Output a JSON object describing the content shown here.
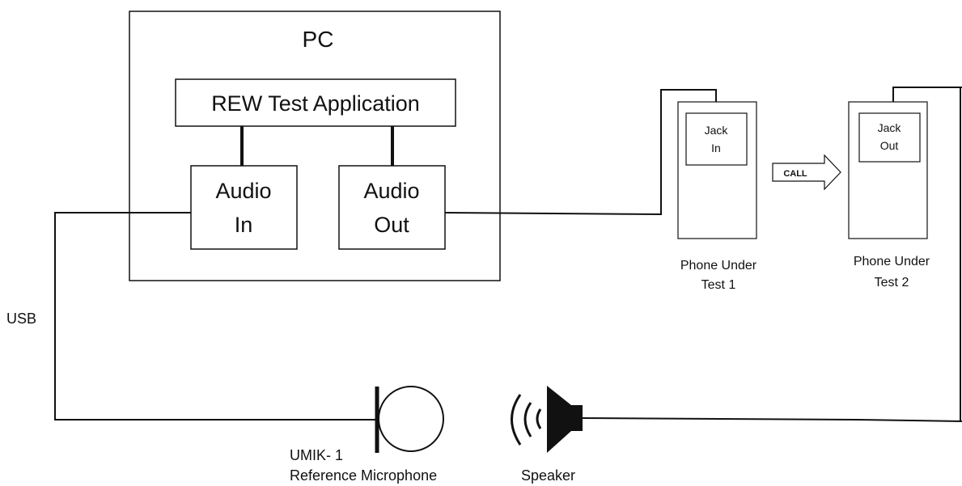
{
  "pc": {
    "title": "PC",
    "app_label": "REW Test Application",
    "audio_in": [
      "Audio",
      "In"
    ],
    "audio_out": [
      "Audio",
      "Out"
    ]
  },
  "phones": [
    {
      "jack": [
        "Jack",
        "In"
      ],
      "label": [
        "Phone Under",
        "Test 1"
      ]
    },
    {
      "jack": [
        "Jack",
        "Out"
      ],
      "label": [
        "Phone Under",
        "Test 2"
      ]
    }
  ],
  "call_label": "CALL",
  "usb_label": "USB",
  "microphone": {
    "label": [
      "UMIK- 1",
      "Reference Microphone"
    ],
    "icon": "microphone-icon"
  },
  "speaker": {
    "label": "Speaker",
    "icon": "speaker-icon"
  },
  "colors": {
    "stroke": "#111111",
    "background": "#ffffff"
  }
}
